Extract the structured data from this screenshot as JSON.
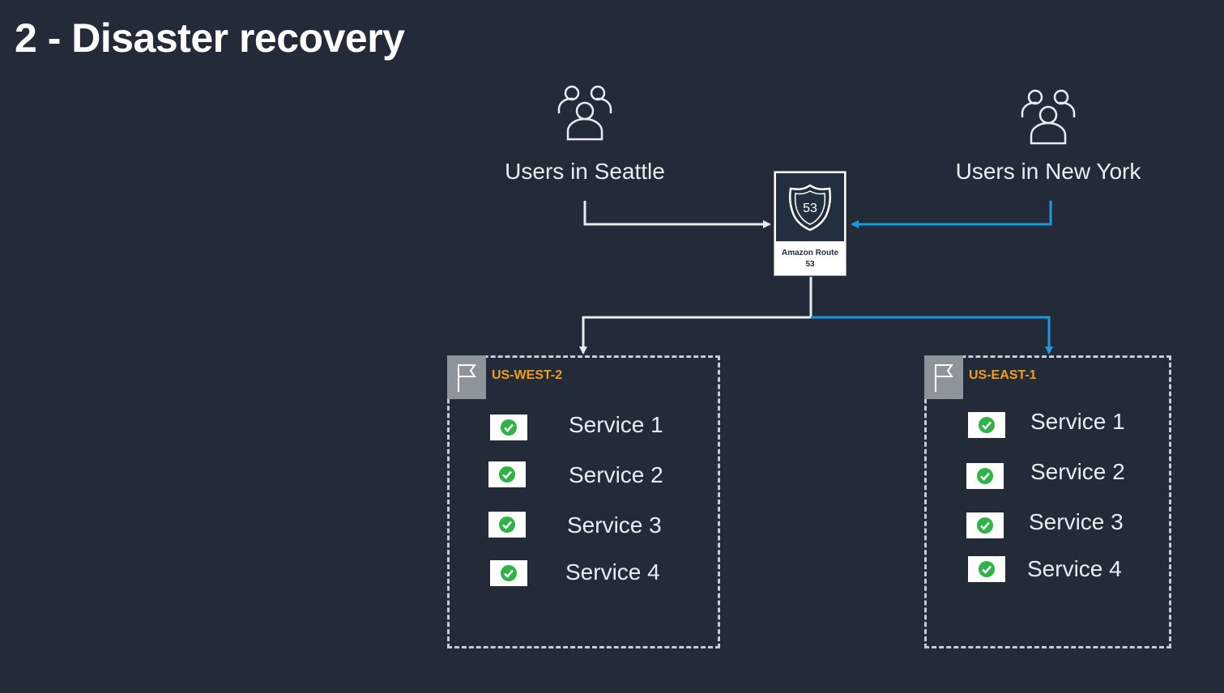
{
  "title": "2 - Disaster recovery",
  "users": {
    "seattle": "Users in Seattle",
    "new_york": "Users in New York"
  },
  "dns": {
    "badge": "53",
    "label": "Amazon Route 53"
  },
  "regions": [
    {
      "name": "US-WEST-2",
      "services": [
        {
          "label": "Service 1",
          "status": "healthy"
        },
        {
          "label": "Service 2",
          "status": "healthy"
        },
        {
          "label": "Service 3",
          "status": "healthy"
        },
        {
          "label": "Service 4",
          "status": "healthy"
        }
      ]
    },
    {
      "name": "US-EAST-1",
      "services": [
        {
          "label": "Service 1",
          "status": "healthy"
        },
        {
          "label": "Service 2",
          "status": "healthy"
        },
        {
          "label": "Service 3",
          "status": "healthy"
        },
        {
          "label": "Service 4",
          "status": "healthy"
        }
      ]
    }
  ],
  "colors": {
    "background": "#222b37",
    "seattle_path": "#e8ebee",
    "new_york_path": "#1a9ae0",
    "region_label": "#f29d1b",
    "healthy": "#2fb346"
  }
}
